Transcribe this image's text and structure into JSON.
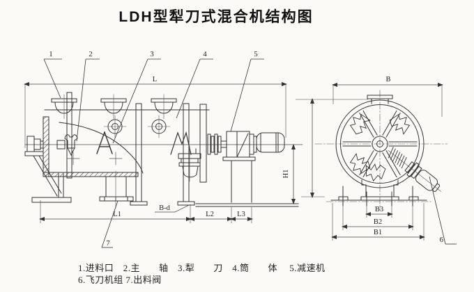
{
  "title": "LDH型犁刀式混合机结构图",
  "legend": {
    "line1": "1.进料口　2.主　　轴　3.犁　　刀　4.筒　　体　 5.减速机",
    "line2": "6.飞刀机组 7.出料阀"
  },
  "callouts": {
    "c1": "1",
    "c2": "2",
    "c3": "3",
    "c4": "4",
    "c5": "5",
    "c6": "6",
    "c7": "7"
  },
  "dims": {
    "L": "L",
    "L1": "L1",
    "L2": "L2",
    "L3": "L3",
    "Bd": "B-d",
    "H1": "H1",
    "B": "B",
    "B1": "B1",
    "B2": "B2",
    "B3": "B3"
  },
  "colors": {
    "ink": "#333333",
    "paper": "#fbfaf6"
  }
}
